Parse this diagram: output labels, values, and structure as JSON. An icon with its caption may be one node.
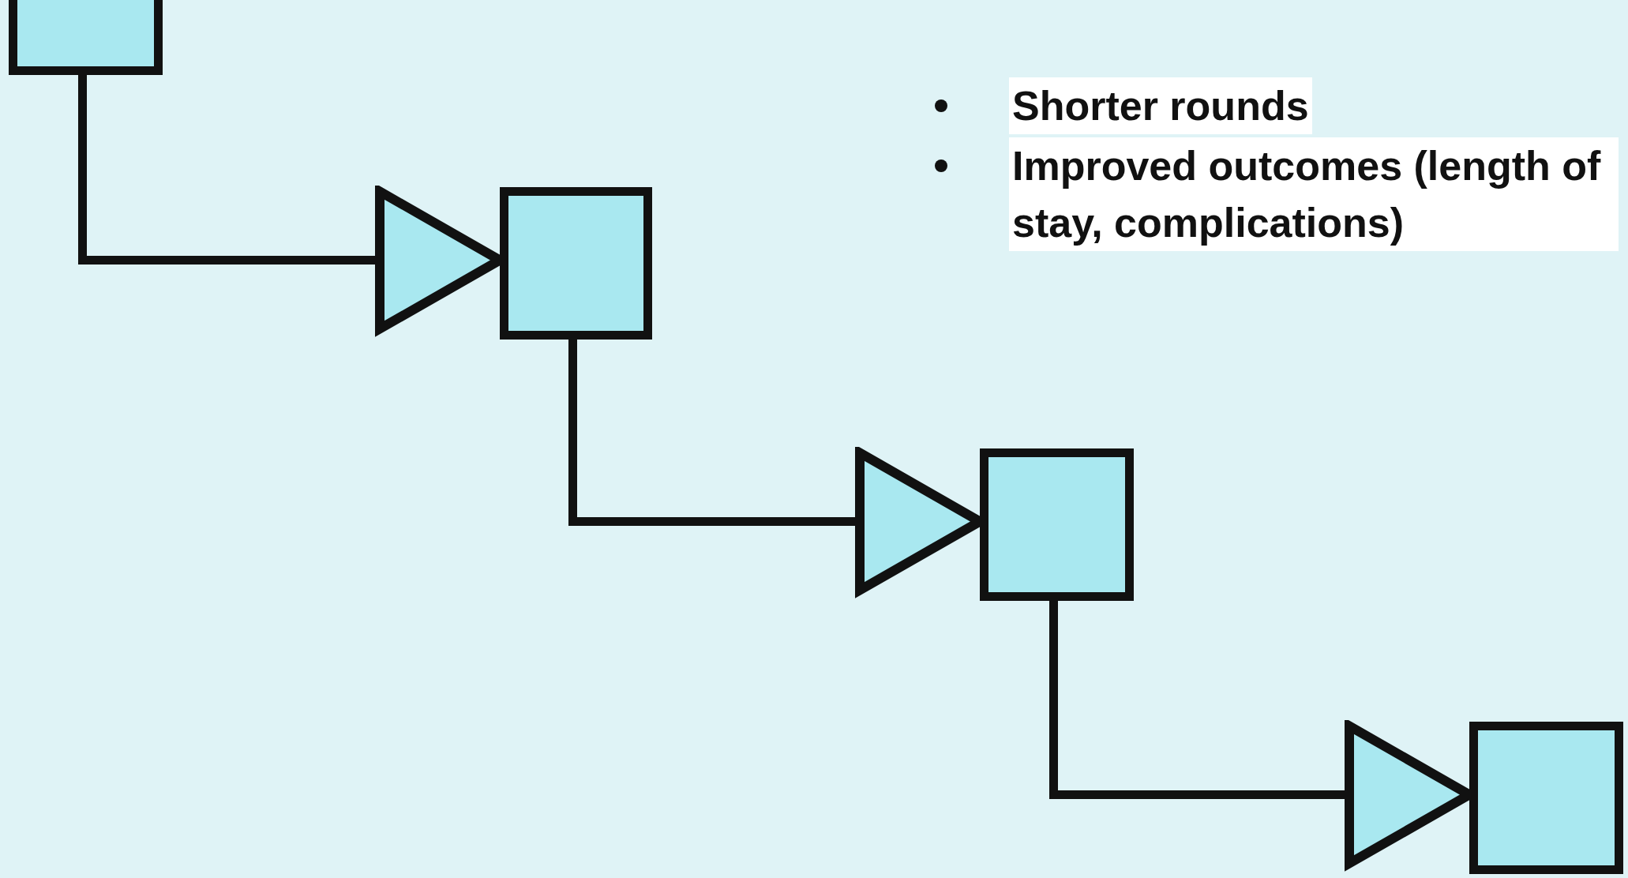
{
  "diagram": {
    "nodes": [
      {
        "text": [],
        "shape": "box"
      },
      {
        "text": [],
        "shape": "box"
      },
      {
        "text": [],
        "shape": "box"
      },
      {
        "text": [],
        "shape": "box"
      }
    ],
    "edges": [
      {
        "from": 0,
        "to": 1,
        "arrow": "to"
      },
      {
        "from": 1,
        "to": 2,
        "arrow": "to"
      },
      {
        "from": 2,
        "to": 3,
        "arrow": "to"
      }
    ],
    "labels": [
      "Shorter rounds",
      "Improved outcomes (length of stay, complications)"
    ]
  }
}
